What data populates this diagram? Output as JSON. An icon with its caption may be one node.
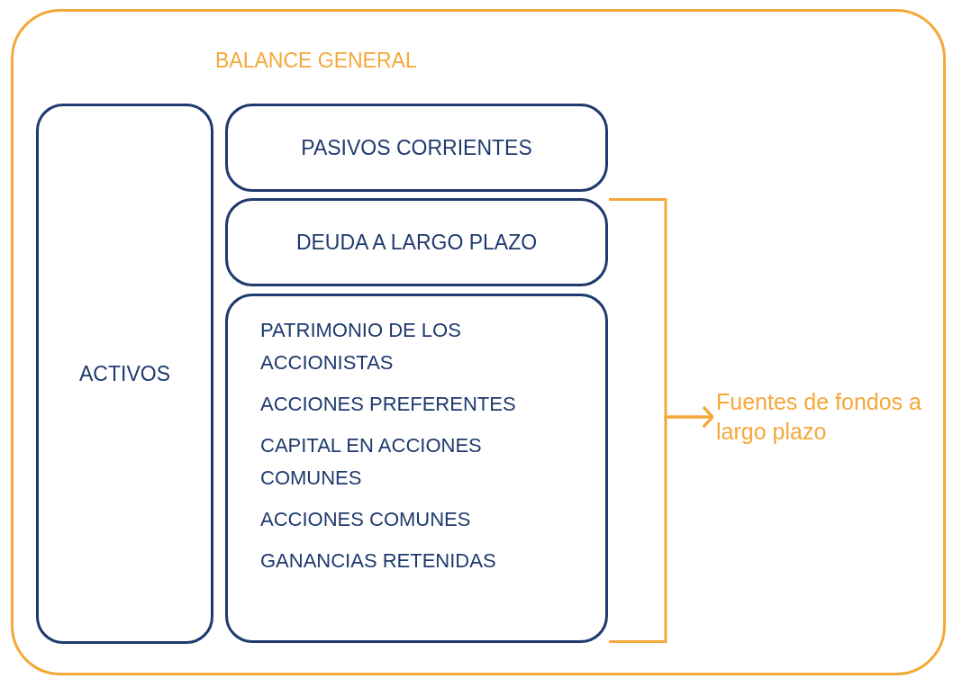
{
  "diagram": {
    "nodes": [
      {
        "text": [
          "BALANCE GENERAL"
        ]
      },
      {
        "text": [
          "ACTIVOS"
        ],
        "in": 0
      },
      {
        "text": [
          "PASIVOS CORRIENTES"
        ],
        "in": 0
      },
      {
        "text": [
          "DEUDA A LARGO PLAZO"
        ],
        "in": 0
      },
      {
        "text": [
          "PATRIMONIO DE LOS ACCIONISTAS",
          "ACCIONES PREFERENTES",
          "CAPITAL EN ACCIONES COMUNES",
          "ACCIONES COMUNES",
          "GANANCIAS RETENIDAS"
        ],
        "in": 0
      },
      {
        "text": [
          "Fuentes de fondos a largo plazo"
        ],
        "in": 0
      }
    ],
    "edges": [
      {
        "from": 3,
        "to": 5,
        "arrow": "to"
      },
      {
        "from": 4,
        "to": 5,
        "arrow": "to"
      }
    ]
  }
}
